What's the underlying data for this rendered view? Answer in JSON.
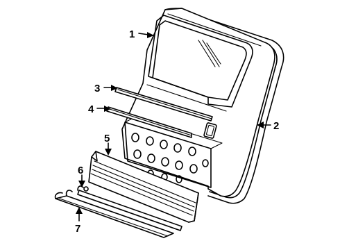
{
  "diagram": {
    "type": "exploded-parts-diagram",
    "callouts": [
      {
        "id": "1",
        "label": "1"
      },
      {
        "id": "2",
        "label": "2"
      },
      {
        "id": "3",
        "label": "3"
      },
      {
        "id": "4",
        "label": "4"
      },
      {
        "id": "5",
        "label": "5"
      },
      {
        "id": "6",
        "label": "6"
      },
      {
        "id": "7",
        "label": "7"
      }
    ]
  },
  "colors": {
    "line": "#000000",
    "background": "#ffffff"
  }
}
